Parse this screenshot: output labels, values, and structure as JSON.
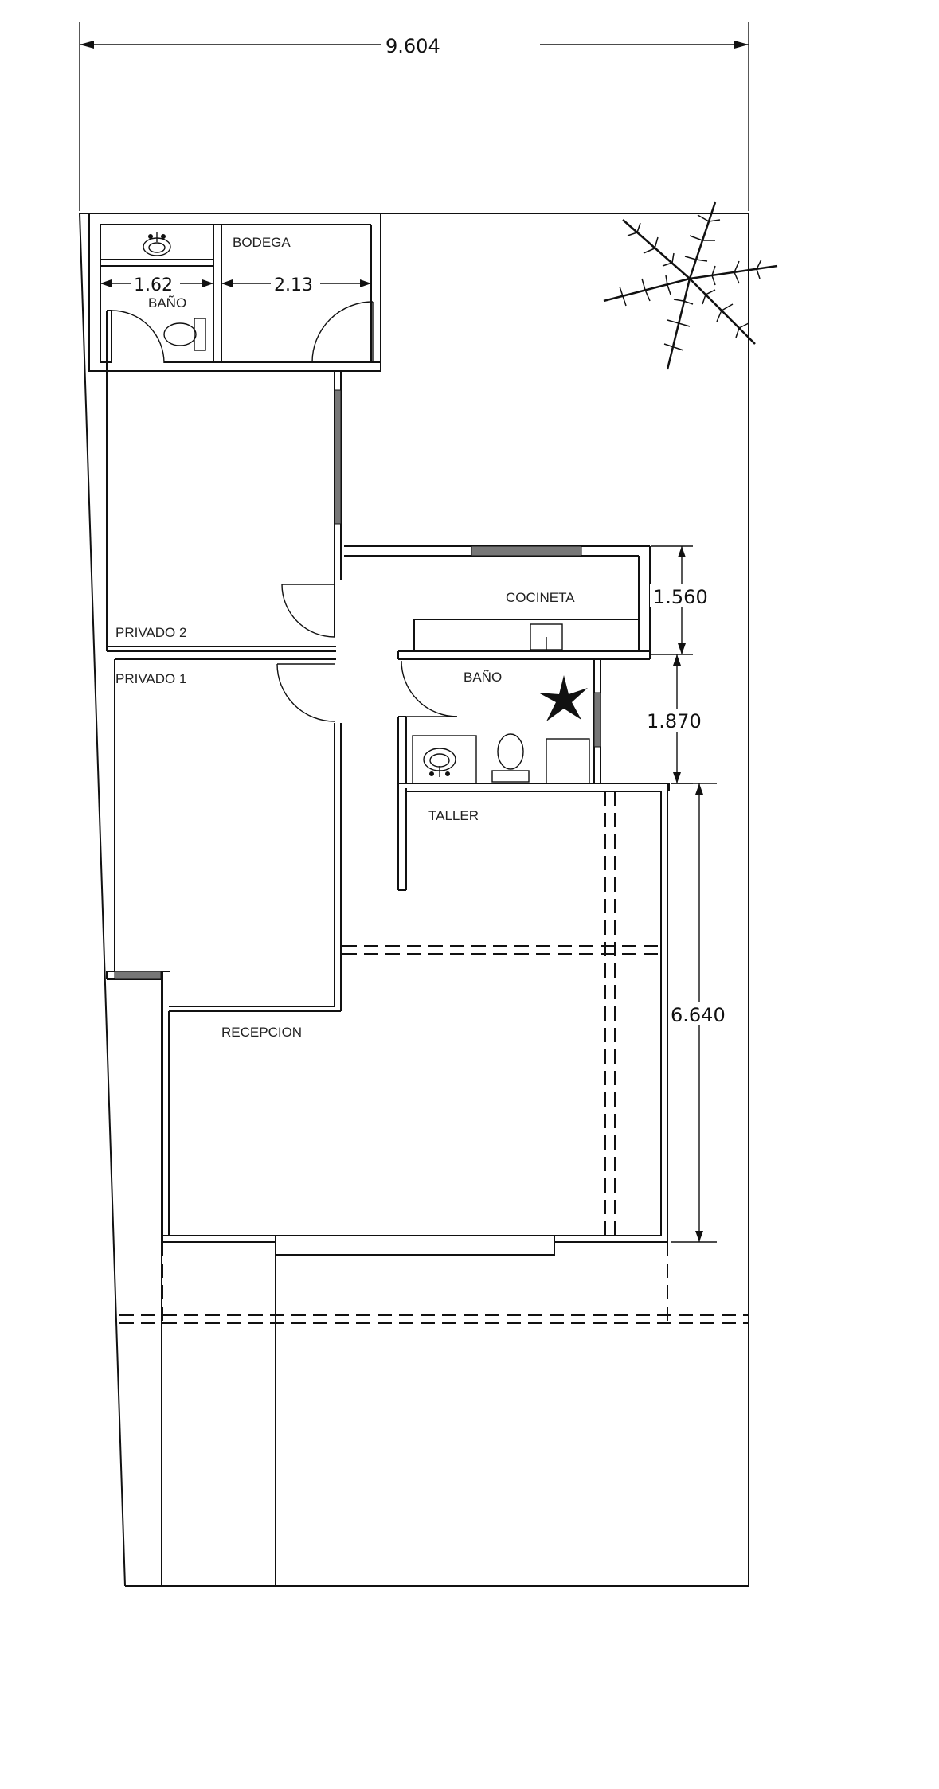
{
  "rooms": {
    "bano_small": "BAÑO",
    "bodega": "BODEGA",
    "privado2": "PRIVADO 2",
    "privado1": "PRIVADO 1",
    "cocineta": "COCINETA",
    "bano_center": "BAÑO",
    "taller": "TALLER",
    "recepcion": "RECEPCION"
  },
  "dimensions": {
    "total_width": "9.604",
    "bano_width": "1.62",
    "bodega_width": "2.13",
    "cocineta_depth": "1.560",
    "bano_depth": "1.870",
    "taller_depth": "6.640"
  }
}
